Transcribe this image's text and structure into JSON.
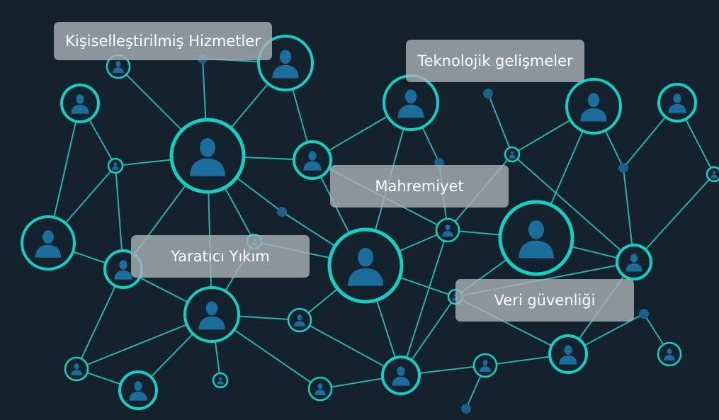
{
  "colors": {
    "background": "#14222e",
    "edge": "#2ec9c0",
    "node_ring": "#12d1c4",
    "person": "#1b6e9c",
    "dot": "#1b5f8c",
    "label_bg": "#a8aeb4",
    "label_text": "#ffffff"
  },
  "labels": {
    "personalized_services": "Kişiselleştirilmiş Hizmetler",
    "tech_developments": "Teknolojik gelişmeler",
    "privacy": "Mahremiyet",
    "creative_destruction": "Yaratıcı Yıkım",
    "data_security": "Veri güvenliği"
  },
  "node_icon": "person-icon"
}
